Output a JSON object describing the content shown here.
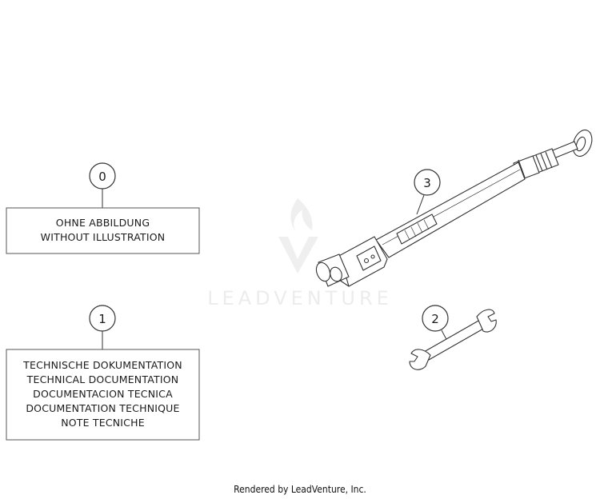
{
  "callouts": {
    "item0": "0",
    "item1": "1",
    "item2": "2",
    "item3": "3"
  },
  "box0": {
    "lines": [
      "OHNE ABBILDUNG",
      "WITHOUT ILLUSTRATION"
    ]
  },
  "box1": {
    "lines": [
      "TECHNISCHE DOKUMENTATION",
      "TECHNICAL DOCUMENTATION",
      "DOCUMENTACION TECNICA",
      "DOCUMENTATION TECHNIQUE",
      "NOTE TECNICHE"
    ]
  },
  "watermark": {
    "text": "LEADVENTURE"
  },
  "footer": {
    "text": "Rendered by LeadVenture, Inc."
  },
  "icons": {
    "torque_wrench": "torque-wrench-icon",
    "open_end_wrench": "open-end-wrench-icon"
  },
  "colors": {
    "line": "#333333",
    "watermark": "#ececec"
  }
}
